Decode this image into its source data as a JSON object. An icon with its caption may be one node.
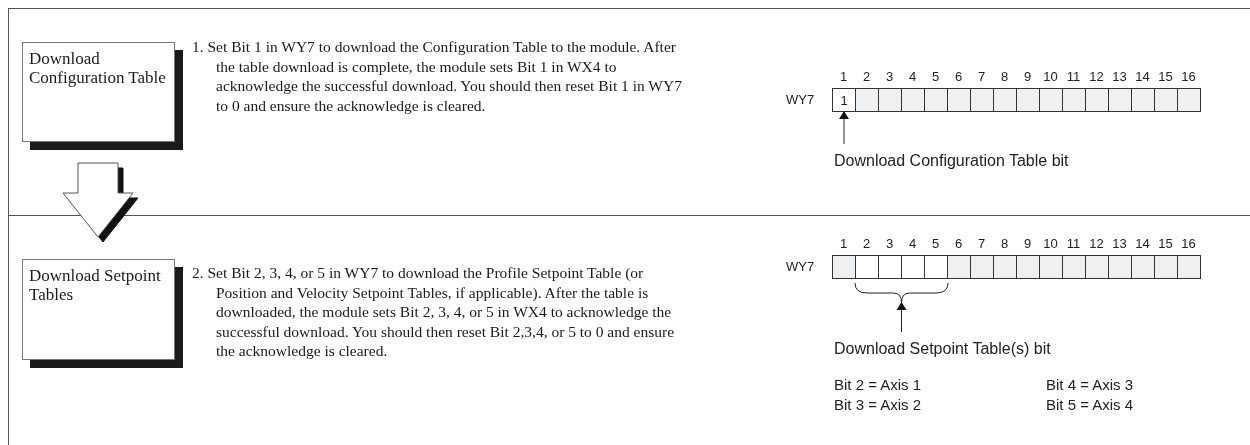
{
  "diagram": {
    "nodes": [
      {
        "text": [
          "Download Configuration Table"
        ]
      },
      {
        "text": [
          "1"
        ]
      },
      {
        "text": [
          "Download Configuration Table bit"
        ]
      },
      {
        "text": [
          "Download Setpoint Tables"
        ]
      },
      {
        "text": [],
        "shape": "brace"
      },
      {
        "text": [
          "Download Setpoint Table(s) bit"
        ]
      }
    ],
    "edges": [
      {
        "from": 0,
        "to": 3,
        "arrow": "to",
        "style": "thick"
      },
      {
        "from": 2,
        "to": 1,
        "arrow": "to"
      },
      {
        "from": 5,
        "to": 4,
        "arrow": "to"
      }
    ],
    "labels": [
      "1. Set Bit 1 in WY7 to download the Configuration Table to the module. After the table download is complete, the module sets Bit 1 in WX4 to acknowledge the successful download. You should then reset Bit 1 in WY7 to 0 and ensure the acknowledge is cleared.",
      "1",
      "2",
      "3",
      "4",
      "5",
      "6",
      "7",
      "8",
      "9",
      "10",
      "11",
      "12",
      "13",
      "14",
      "15",
      "16",
      "WY7",
      "2. Set Bit 2, 3, 4, or 5 in WY7 to download the Profile Setpoint Table (or Position and Velocity Setpoint Tables, if applicable). After the table is downloaded, the module sets Bit 2, 3, 4, or 5 in WX4 to acknowledge the successful download. You should then reset Bit 2,3,4, or 5 to 0 and ensure the acknowledge is cleared.",
      "1",
      "2",
      "3",
      "4",
      "5",
      "6",
      "7",
      "8",
      "9",
      "10",
      "11",
      "12",
      "13",
      "14",
      "15",
      "16",
      "WY7",
      "Bit 2 = Axis 1",
      "Bit 4 = Axis 3",
      "Bit 3 = Axis 2",
      "Bit 5 = Axis 4"
    ]
  }
}
